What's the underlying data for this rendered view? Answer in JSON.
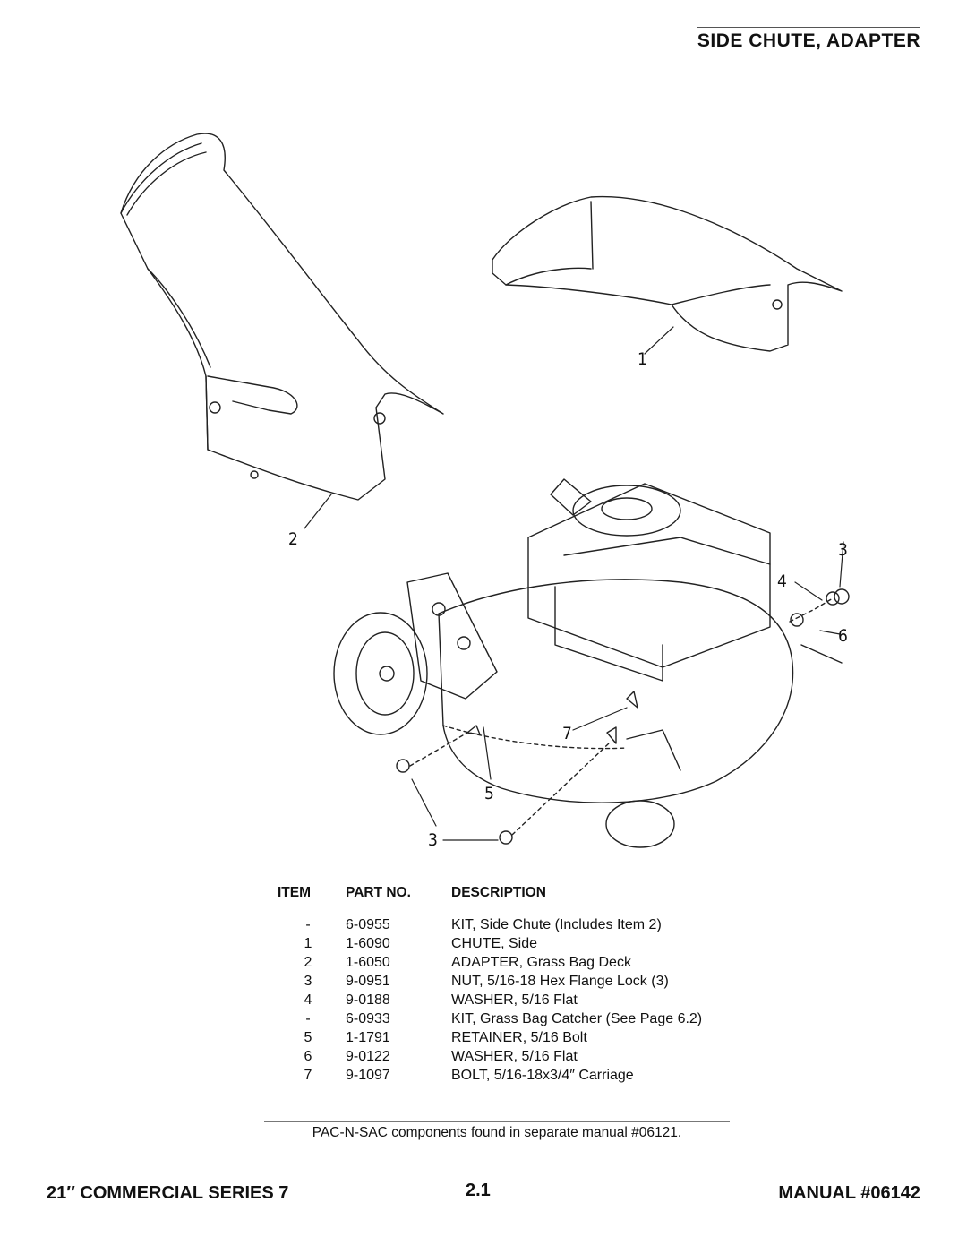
{
  "header": {
    "title": "SIDE CHUTE, ADAPTER"
  },
  "callouts": [
    "1",
    "2",
    "3",
    "4",
    "5",
    "6",
    "7",
    "3"
  ],
  "table": {
    "columns": [
      "ITEM",
      "PART NO.",
      "DESCRIPTION"
    ],
    "rows": [
      {
        "item": "-",
        "part": "6-0955",
        "desc": "KIT, Side Chute (Includes Item 2)"
      },
      {
        "item": "1",
        "part": "1-6090",
        "desc": "CHUTE, Side"
      },
      {
        "item": "2",
        "part": "1-6050",
        "desc": "ADAPTER, Grass Bag Deck"
      },
      {
        "item": "3",
        "part": "9-0951",
        "desc": "NUT, 5/16-18 Hex Flange Lock (3)"
      },
      {
        "item": "4",
        "part": "9-0188",
        "desc": "WASHER, 5/16 Flat"
      },
      {
        "item": "-",
        "part": "6-0933",
        "desc": "KIT, Grass Bag Catcher (See Page 6.2)"
      },
      {
        "item": "5",
        "part": "1-1791",
        "desc": "RETAINER, 5/16 Bolt"
      },
      {
        "item": "6",
        "part": "9-0122",
        "desc": "WASHER, 5/16 Flat"
      },
      {
        "item": "7",
        "part": "9-1097",
        "desc": "BOLT, 5/16-18x3/4″ Carriage"
      }
    ]
  },
  "note": "PAC-N-SAC components found in separate manual #06121.",
  "footer": {
    "left": "21″ COMMERCIAL SERIES 7",
    "center": "2.1",
    "right": "MANUAL #06142"
  }
}
